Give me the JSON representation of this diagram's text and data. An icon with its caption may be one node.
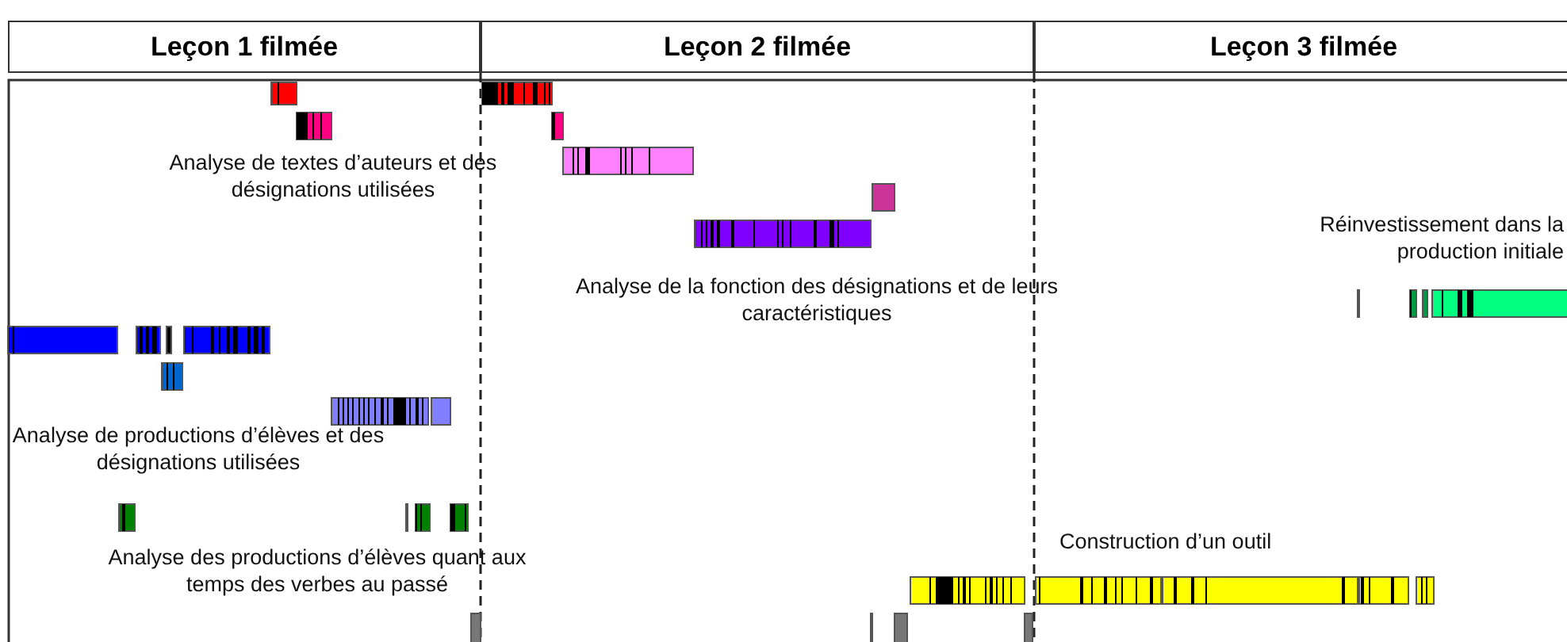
{
  "diagram": {
    "nodes": [
      {
        "text": [
          "Leçon 1 filmée"
        ]
      },
      {
        "text": [
          "Leçon 2 filmée"
        ]
      },
      {
        "text": [
          "Leçon 3 filmée"
        ]
      }
    ],
    "labels": [
      "Analyse de textes d’auteurs et des désignations utilisées",
      "Réinvestissement dans la production initiale",
      "Analyse de la fonction des désignations et de leurs caractéristiques",
      "Analyse de productions d’élèves et des désignations utilisées",
      "Construction d’un outil",
      "Analyse des productions d’élèves quant aux temps des verbes au passé"
    ]
  }
}
